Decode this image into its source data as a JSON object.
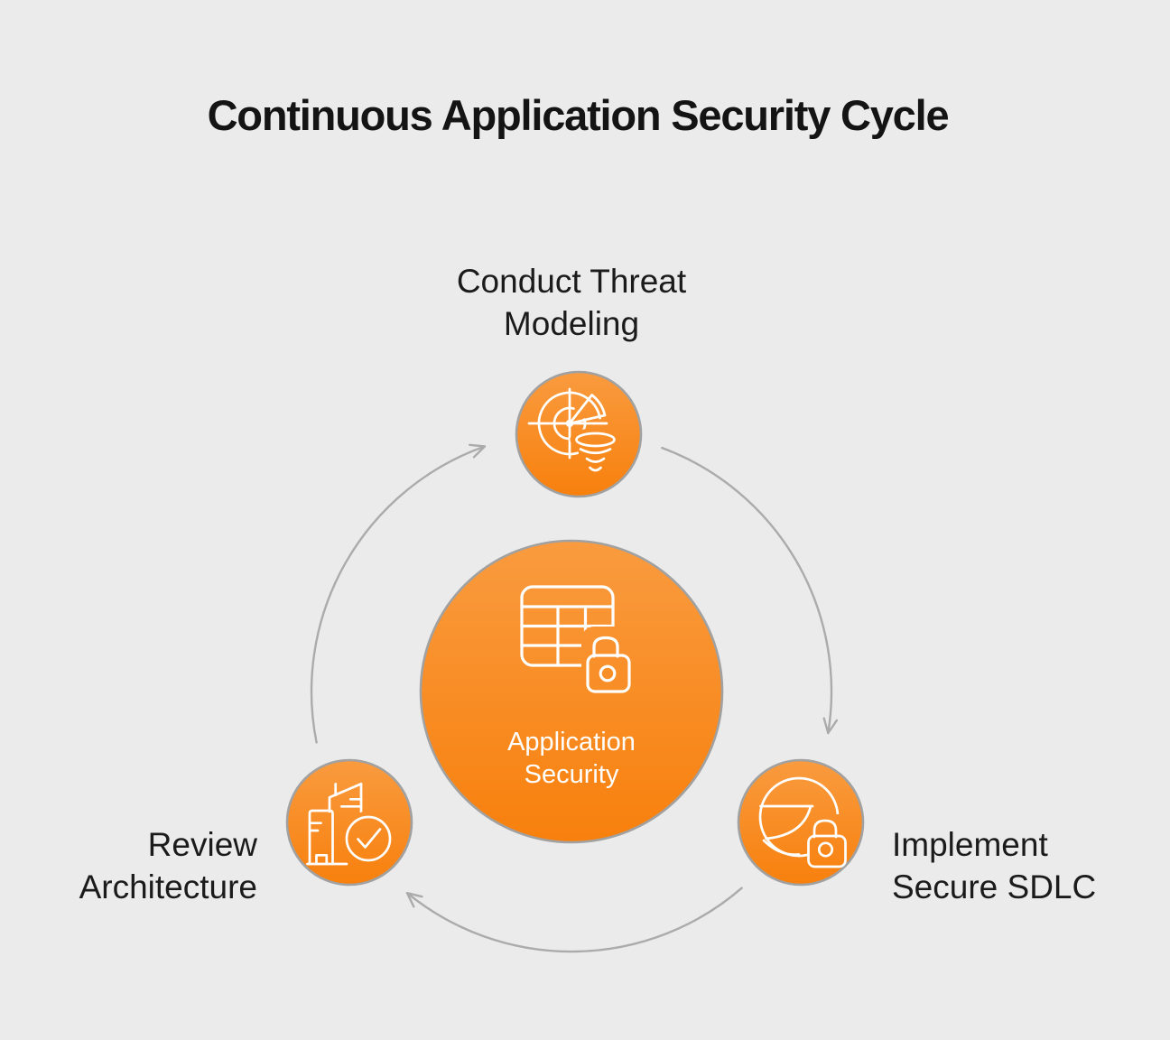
{
  "title": "Continuous Application Security Cycle",
  "center_node": {
    "label_line1": "Application",
    "label_line2": "Security",
    "icon": "table-lock-icon"
  },
  "nodes": {
    "top": {
      "label_line1": "Conduct Threat",
      "label_line2": "Modeling",
      "icon": "radar-tornado-icon"
    },
    "right": {
      "label_line1": "Implement",
      "label_line2": "Secure SDLC",
      "icon": "globe-lock-icon"
    },
    "left": {
      "label_line1": "Review",
      "label_line2": "Architecture",
      "icon": "buildings-check-icon"
    }
  },
  "cycle": {
    "direction": "clockwise",
    "arrow_count": 3
  },
  "colors": {
    "background": "#ECEBEB",
    "node_gradient_top": "#F99B3F",
    "node_gradient_bottom": "#F8800D",
    "node_border": "#A1A1A1",
    "arrow": "#ABABAB",
    "icon_stroke": "#FFFFFF",
    "title_text": "#141414",
    "label_text": "#1B1B1B",
    "center_label_text": "#FFFFFF"
  }
}
